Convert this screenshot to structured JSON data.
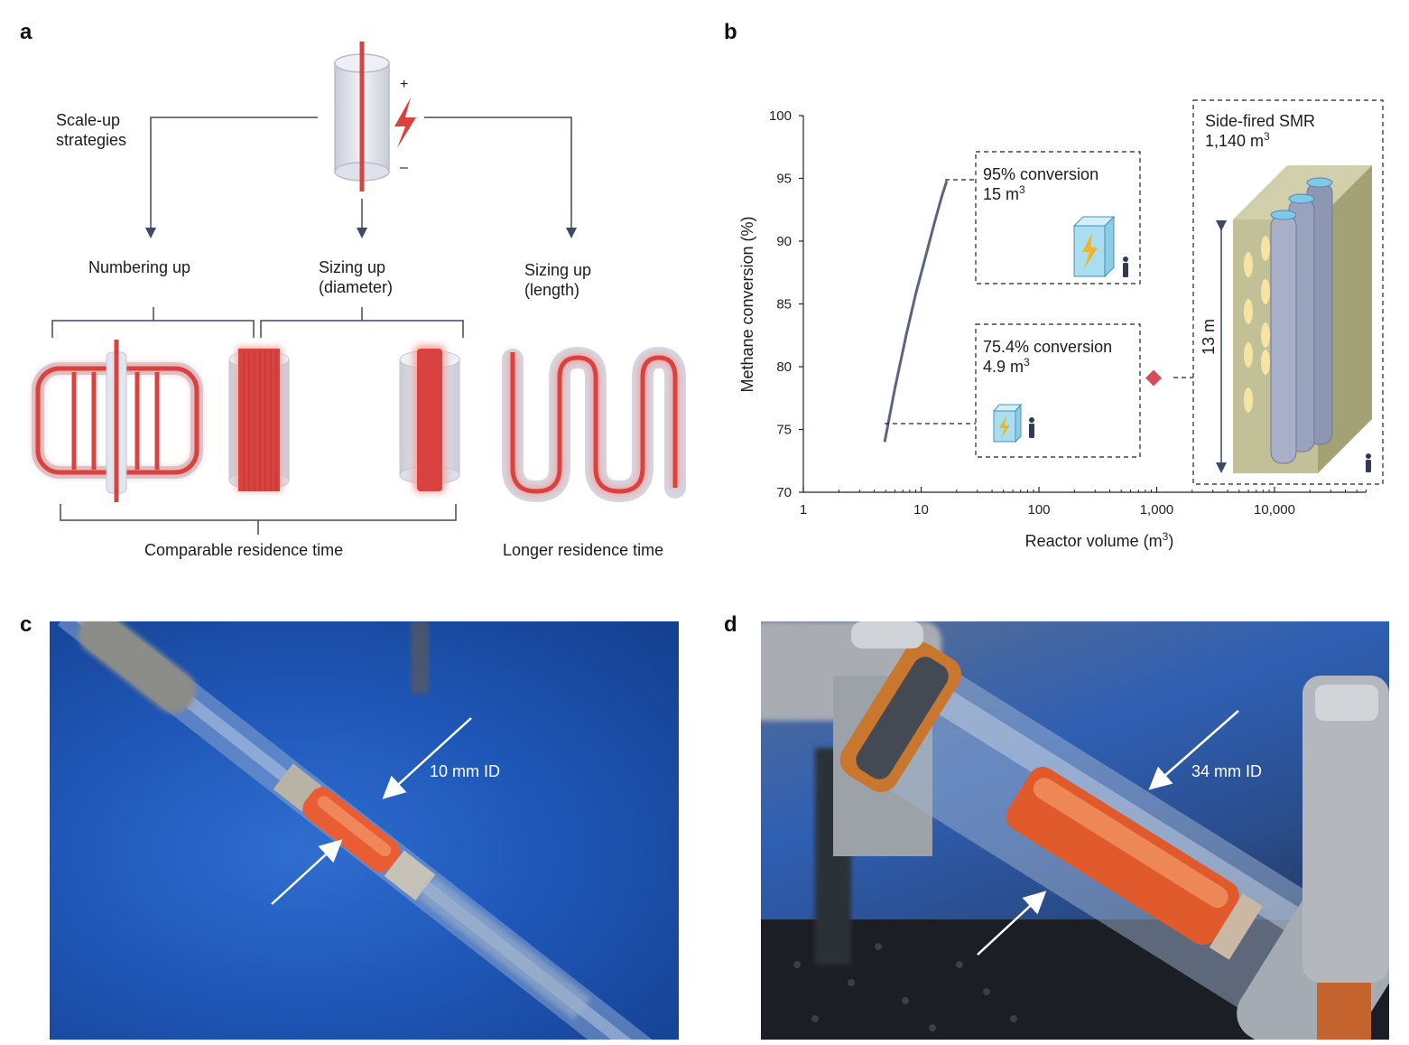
{
  "panels": {
    "a": "a",
    "b": "b",
    "c": "c",
    "d": "d"
  },
  "panel_a": {
    "scale_up_line1": "Scale-up",
    "scale_up_line2": "strategies",
    "plus": "+",
    "minus": "–",
    "numbering_up": "Numbering up",
    "sizing_diam_line1": "Sizing up",
    "sizing_diam_line2": "(diameter)",
    "sizing_len_line1": "Sizing up",
    "sizing_len_line2": "(length)",
    "comparable": "Comparable residence time",
    "longer": "Longer residence time",
    "colors": {
      "tube_red": "#d9423f",
      "glow": "#f5b3b0",
      "glass": "#d8dbe6",
      "line": "#3d4a66"
    }
  },
  "panel_b": {
    "box_95_line1": "95% conversion",
    "box_95_line2": "15 m",
    "box_95_sup": "3",
    "box_75_line1": "75.4% conversion",
    "box_75_line2": "4.9 m",
    "box_75_sup": "3",
    "smr_line1": "Side-fired SMR",
    "smr_line2": "1,140 m",
    "smr_sup": "3",
    "height_label": "13 m",
    "colors": {
      "curve": "#5a6580",
      "marker": "#d94b57",
      "cube": "#a9ddf0",
      "smr_box": "#b6b487",
      "smr_tube": "#9aa3bd"
    }
  },
  "chart_data": {
    "type": "line",
    "xscale": "log",
    "xlim": [
      1,
      60000
    ],
    "ylim": [
      70,
      100
    ],
    "xlabel": "Reactor volume (m",
    "xlabel_sup": "3",
    "xlabel_end": ")",
    "ylabel": "Methane conversion (%)",
    "xticks": [
      1,
      10,
      100,
      1000,
      10000
    ],
    "xtick_labels": [
      "1",
      "10",
      "100",
      "1,000",
      "10,000"
    ],
    "yticks": [
      70,
      75,
      80,
      85,
      90,
      95,
      100
    ],
    "ytick_labels": [
      "70",
      "75",
      "80",
      "85",
      "90",
      "95",
      "100"
    ],
    "series": [
      {
        "x": [
          4.9,
          6,
          7.5,
          9,
          11,
          13,
          15,
          16.5
        ],
        "y": [
          74,
          78.3,
          82.6,
          85.8,
          88.9,
          91.5,
          93.6,
          94.8
        ]
      }
    ],
    "points": [
      {
        "x": 940,
        "y": 79.1,
        "marker": "diamond"
      }
    ],
    "grid": false
  },
  "panel_c": {
    "label": "10 mm ID"
  },
  "panel_d": {
    "label": "34 mm ID"
  }
}
